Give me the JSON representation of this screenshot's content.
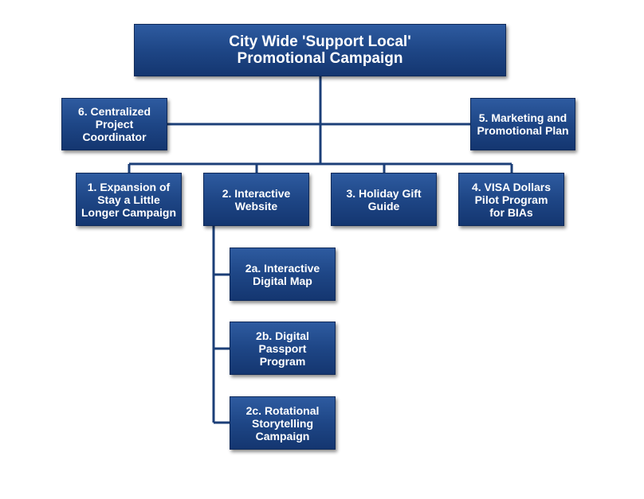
{
  "diagram": {
    "root": {
      "label": "City Wide 'Support Local'\nPromotional Campaign"
    },
    "side_left": {
      "label": "6. Centralized\nProject\nCoordinator"
    },
    "side_right": {
      "label": "5. Marketing and\nPromotional Plan"
    },
    "level1": [
      {
        "label": "1. Expansion of\nStay a Little\nLonger Campaign"
      },
      {
        "label": "2. Interactive\nWebsite"
      },
      {
        "label": "3. Holiday Gift\nGuide"
      },
      {
        "label": "4. VISA Dollars\nPilot Program\nfor BIAs"
      }
    ],
    "website_children": [
      {
        "label": "2a. Interactive\nDigital Map"
      },
      {
        "label": "2b. Digital\nPassport\nProgram"
      },
      {
        "label": "2c. Rotational\nStorytelling\nCampaign"
      }
    ],
    "colors": {
      "node_fill": "#1e4686",
      "node_text": "#ffffff",
      "connector": "#1c3f78"
    }
  }
}
